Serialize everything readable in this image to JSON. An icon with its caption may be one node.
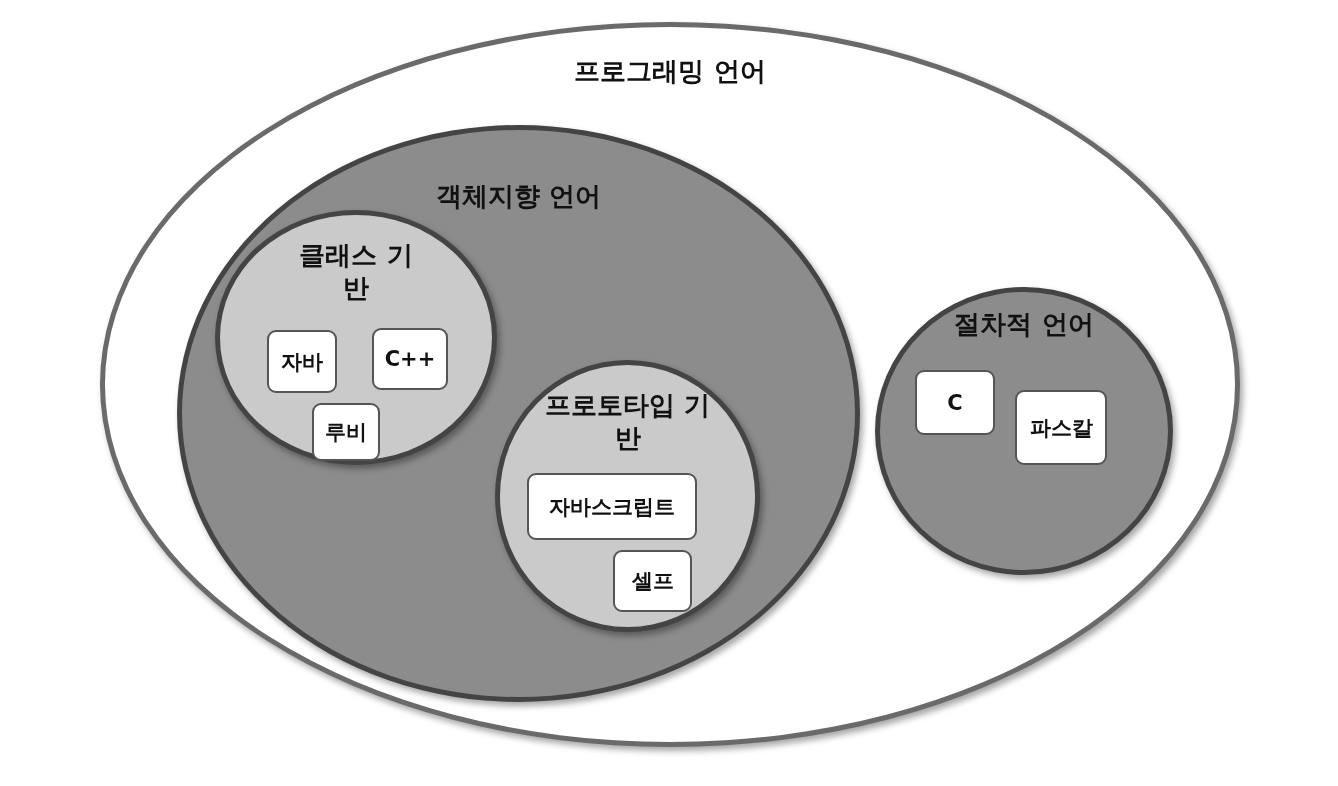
{
  "diagram": {
    "nodes": [
      {
        "text": [
          "프로그래밍 언어"
        ]
      },
      {
        "text": [
          "객체지향 언어"
        ],
        "in": 0
      },
      {
        "text": [
          "클래스 기반"
        ],
        "in": 1
      },
      {
        "text": [
          "자바"
        ],
        "in": 2
      },
      {
        "text": [
          "C++"
        ],
        "in": 2
      },
      {
        "text": [
          "루비"
        ],
        "in": 2
      },
      {
        "text": [
          "프로토타입 기반"
        ],
        "in": 1
      },
      {
        "text": [
          "자바스크립트"
        ],
        "in": 6
      },
      {
        "text": [
          "셀프"
        ],
        "in": 6
      },
      {
        "text": [
          "절차적 언어"
        ],
        "in": 0
      },
      {
        "text": [
          "C"
        ],
        "in": 9
      },
      {
        "text": [
          "파스칼"
        ],
        "in": 9
      }
    ]
  }
}
